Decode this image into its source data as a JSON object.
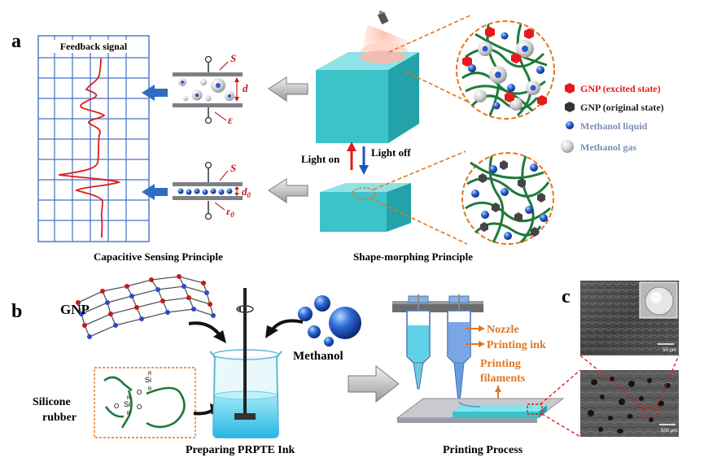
{
  "panels": {
    "a": "a",
    "b": "b",
    "c": "c"
  },
  "feedback_title": "Feedback  signal",
  "cap_top": {
    "s": "S",
    "d": "d",
    "eps": "ε"
  },
  "cap_bottom": {
    "s": "S",
    "d": "d",
    "d_sub": "0",
    "eps": "ε",
    "eps_sub": "0"
  },
  "light_on": "Light on",
  "light_off": "Light off",
  "legend": [
    {
      "label": "GNP (excited state)",
      "color": "#e8191b"
    },
    {
      "label": "GNP (original state)",
      "color": "#222222"
    },
    {
      "label": "Methanol liquid",
      "color": "#7a8fb5"
    },
    {
      "label": "Methanol gas",
      "color": "#7a8fb5"
    }
  ],
  "caption_cap": "Capacitive Sensing Principle",
  "caption_shape": "Shape-morphing Principle",
  "gnp": "GNP",
  "methanol": "Methanol",
  "silicone": [
    "Silicone",
    "rubber"
  ],
  "chem": {
    "si1": "Si",
    "si2": "Si",
    "o": "O",
    "r": "R"
  },
  "caption_ink": "Preparing PRPTE Ink",
  "caption_print": "Printing Process",
  "nozzle": "Nozzle",
  "printing_ink": "Printing ink",
  "filaments": [
    "Printing",
    "filaments"
  ],
  "scale_top": "50 μm",
  "scale_bottom": "500 μm",
  "colors": {
    "accent_orange": "#e07722",
    "arrow_blue": "#2f6dc2",
    "cyan_block": "#3cc3c9"
  }
}
